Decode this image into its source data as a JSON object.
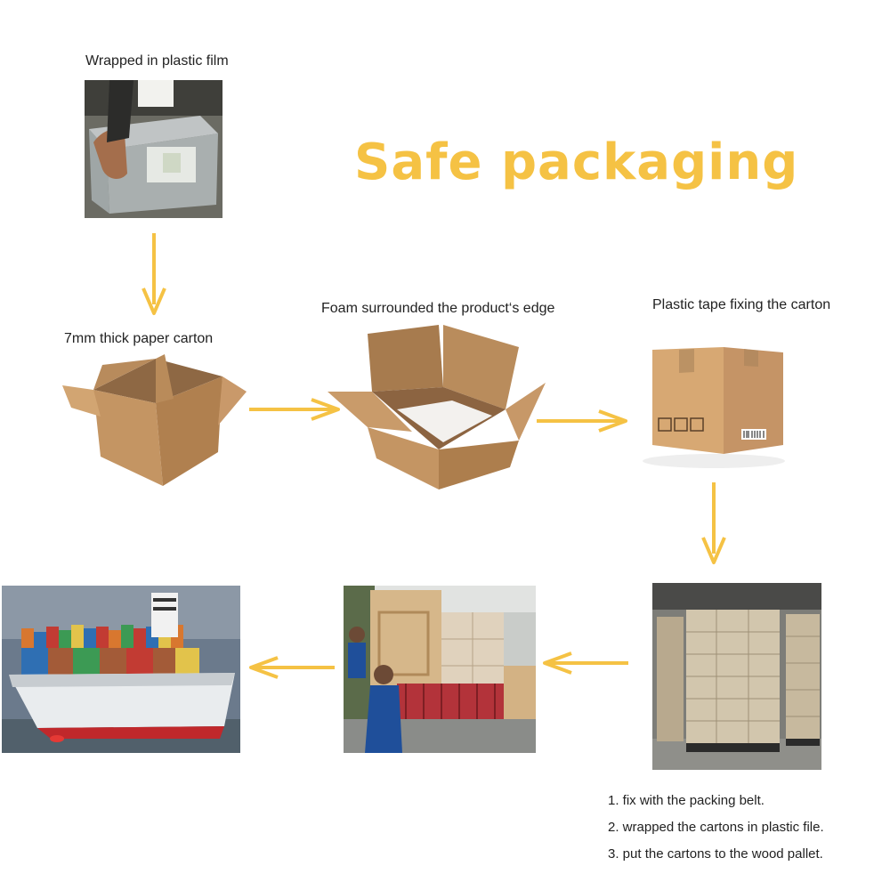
{
  "title": "Safe packaging",
  "captions": {
    "film": "Wrapped in plastic film",
    "carton": "7mm thick paper carton",
    "foam": "Foam surrounded the product‘s edge",
    "tape": "Plastic tape fixing the carton"
  },
  "steps": [
    "1. fix with the packing belt.",
    "2. wrapped the cartons in plastic file.",
    "3. put the cartons to the wood pallet."
  ],
  "colors": {
    "accent": "#f5c244",
    "carton": "#c89a66"
  },
  "icons": [
    "arrow-down-icon",
    "arrow-right-icon",
    "arrow-left-icon"
  ]
}
